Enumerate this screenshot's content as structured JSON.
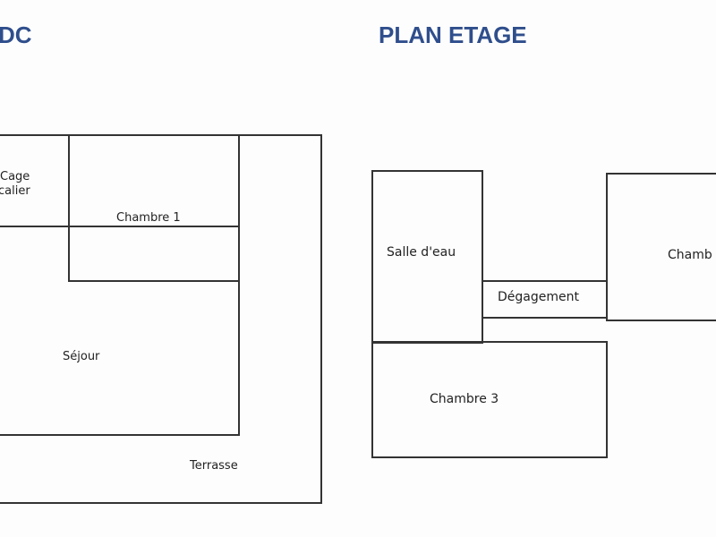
{
  "titles": {
    "rdc": "DC",
    "etage": "PLAN ETAGE"
  },
  "rdc_rooms": {
    "cage_line1": "Cage",
    "cage_line2": "calier",
    "chambre1": "Chambre 1",
    "sejour": "Séjour",
    "terrasse": "Terrasse"
  },
  "etage_rooms": {
    "salle_eau": "Salle d'eau",
    "degagement": "Dégagement",
    "chambre3": "Chambre 3",
    "chambre2": "Chamb"
  }
}
